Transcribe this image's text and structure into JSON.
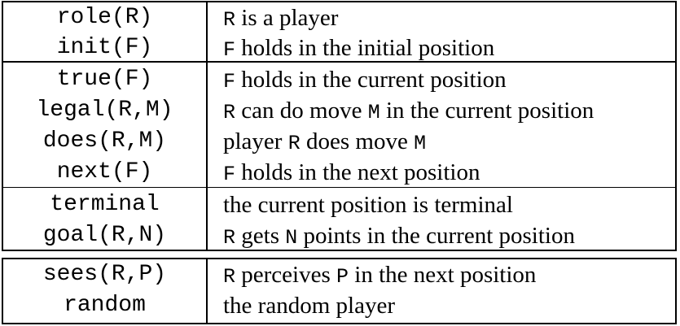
{
  "rows": [
    {
      "pred": "role(R)",
      "desc": [
        {
          "t": "R",
          "m": true
        },
        {
          "t": " is a player"
        }
      ]
    },
    {
      "pred": "init(F)",
      "desc": [
        {
          "t": "F",
          "m": true
        },
        {
          "t": " holds in the initial position"
        }
      ]
    },
    {
      "pred": "true(F)",
      "desc": [
        {
          "t": "F",
          "m": true
        },
        {
          "t": " holds in the current position"
        }
      ]
    },
    {
      "pred": "legal(R,M)",
      "desc": [
        {
          "t": "R",
          "m": true
        },
        {
          "t": " can do move "
        },
        {
          "t": "M",
          "m": true
        },
        {
          "t": " in the current position"
        }
      ]
    },
    {
      "pred": "does(R,M)",
      "desc": [
        {
          "t": "player "
        },
        {
          "t": "R",
          "m": true
        },
        {
          "t": " does move "
        },
        {
          "t": "M",
          "m": true
        }
      ]
    },
    {
      "pred": "next(F)",
      "desc": [
        {
          "t": "F",
          "m": true
        },
        {
          "t": " holds in the next position"
        }
      ]
    },
    {
      "pred": "terminal",
      "desc": [
        {
          "t": "the current position is terminal"
        }
      ]
    },
    {
      "pred": "goal(R,N)",
      "desc": [
        {
          "t": "R",
          "m": true
        },
        {
          "t": " gets "
        },
        {
          "t": "N",
          "m": true
        },
        {
          "t": " points in the current position"
        }
      ]
    },
    {
      "pred": "sees(R,P)",
      "desc": [
        {
          "t": "R",
          "m": true
        },
        {
          "t": " perceives "
        },
        {
          "t": "P",
          "m": true
        },
        {
          "t": " in the next position"
        }
      ]
    },
    {
      "pred": "random",
      "desc": [
        {
          "t": "the random player"
        }
      ]
    }
  ]
}
